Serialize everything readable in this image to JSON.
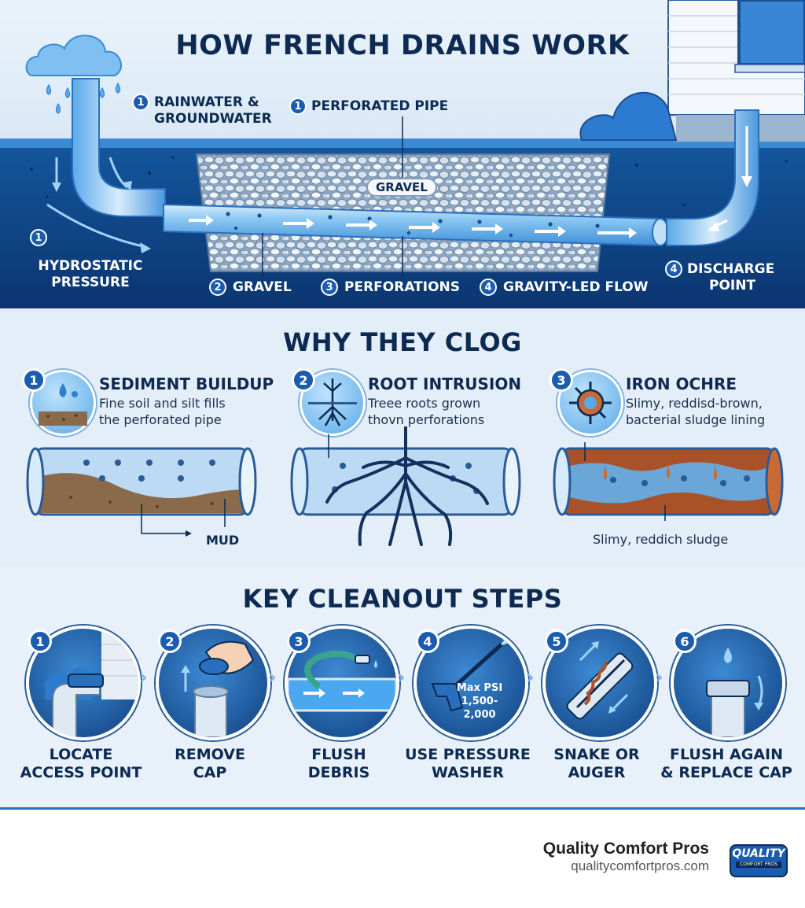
{
  "how": {
    "title": "HOW FRENCH DRAINS WORK",
    "labels": {
      "rainwater": {
        "num": "1",
        "line1": "RAINWATER &",
        "line2": "GROUNDWATER"
      },
      "perforated_pipe": {
        "num": "1",
        "text": "PERFORATED PIPE"
      },
      "gravel_tag": "GRAVEL",
      "hydrostatic": {
        "num": "1",
        "line1": "HYDROSTATIC",
        "line2": "PRESSURE"
      },
      "gravel": {
        "num": "2",
        "text": "GRAVEL"
      },
      "perforations": {
        "num": "3",
        "text": "PERFORATIONS"
      },
      "gravity": {
        "num": "4",
        "text": "GRAVITY-LED FLOW"
      },
      "discharge": {
        "num": "4",
        "line1": "DISCHARGE",
        "line2": "POINT"
      }
    }
  },
  "clog": {
    "title": "WHY THEY CLOG",
    "items": [
      {
        "num": "1",
        "title": "SEDIMENT BUILDUP",
        "line1": "Fine soil and silt fills",
        "line2": "the perforated pipe",
        "callout": "MUD",
        "icon": "water-drop-soil-icon"
      },
      {
        "num": "2",
        "title": "ROOT INTRUSION",
        "line1": "Treee roots grown",
        "line2": "thovn perforations",
        "icon": "tree-roots-icon"
      },
      {
        "num": "3",
        "title": "IRON OCHRE",
        "line1": "Slimy, reddisd-brown,",
        "line2": "bacterial sludge lining",
        "callout": "Slimy, reddich sludge",
        "icon": "bacteria-icon"
      }
    ]
  },
  "steps": {
    "title": "KEY CLEANOUT STEPS",
    "items": [
      {
        "num": "1",
        "line1": "LOCATE",
        "line2": "ACCESS POINT",
        "icon": "pipe-access-icon"
      },
      {
        "num": "2",
        "line1": "REMOVE",
        "line2": "CAP",
        "icon": "hand-cap-icon"
      },
      {
        "num": "3",
        "line1": "FLUSH",
        "line2": "DEBRIS",
        "icon": "hose-icon"
      },
      {
        "num": "4",
        "line1": "USE PRESSURE",
        "line2": "WASHER",
        "icon": "pressure-washer-icon",
        "psi1": "Max PSI",
        "psi2": "1,500-",
        "psi3": "2,000"
      },
      {
        "num": "5",
        "line1": "SNAKE OR",
        "line2": "AUGER",
        "icon": "auger-icon"
      },
      {
        "num": "6",
        "line1": "FLUSH AGAIN",
        "line2": "& REPLACE CAP",
        "icon": "cap-drop-icon"
      }
    ],
    "separator": "›"
  },
  "footer": {
    "company": "Quality Comfort Pros",
    "url": "qualitycomfortpros.com",
    "logo_text": "QUALITY",
    "logo_sub": "COMFORT PROS"
  },
  "colors": {
    "navy": "#0d2a52",
    "accent": "#1a5cb0",
    "soil": "#0f3f7e",
    "water": "#4aa8f0"
  }
}
